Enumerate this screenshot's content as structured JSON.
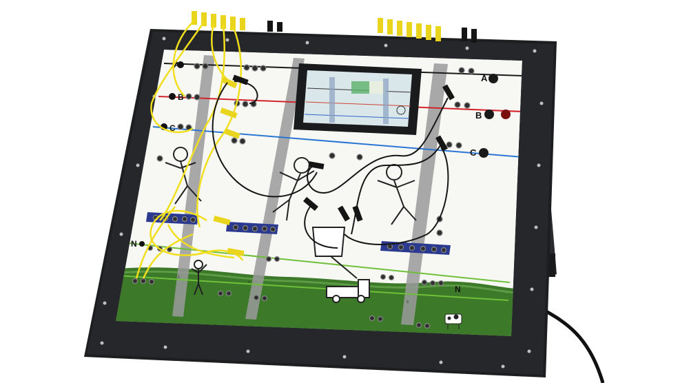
{
  "scene": {
    "phase_labels": [
      "A",
      "B",
      "C"
    ],
    "neutral_label": "N",
    "pole_numbers": [
      "1",
      "2",
      "3"
    ],
    "screen_title": "",
    "colors": {
      "frame": "#1d1e20",
      "panel": "#f7f7f4",
      "phase_a": "#1a1a1a",
      "phase_b": "#d3232a",
      "phase_c": "#2a76d2",
      "neutral": "#6fbf3a",
      "ground": "#3c7a2a",
      "lead_yellow": "#f1de1d",
      "lead_black": "#151515",
      "jack_block": "#2b3a8f"
    },
    "icons": [
      "lineworker-figure-icon",
      "bucket-truck-icon",
      "ground-figure-icon",
      "cow-icon",
      "touchscreen-display-icon"
    ]
  }
}
